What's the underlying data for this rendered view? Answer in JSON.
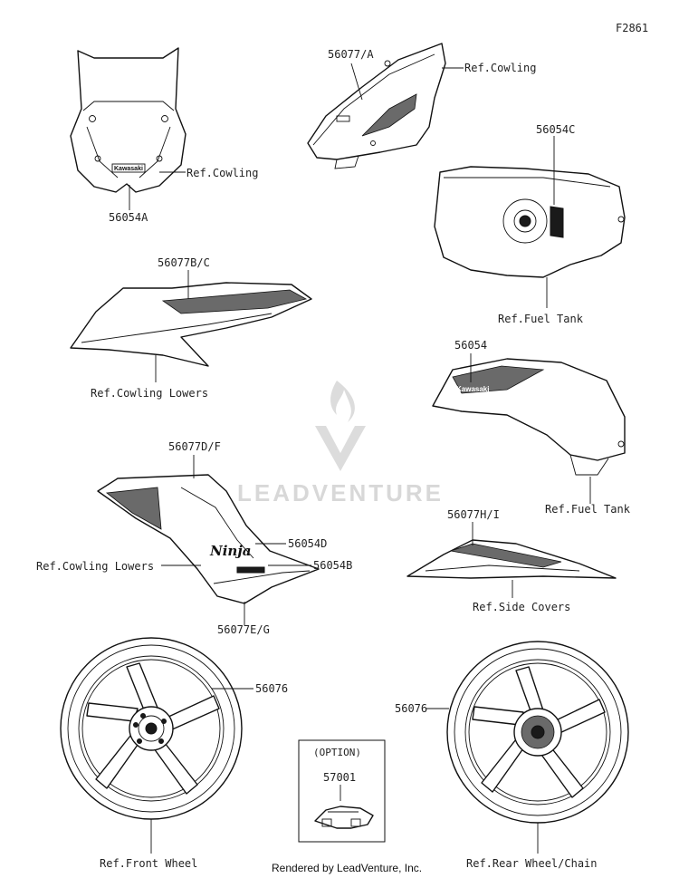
{
  "diagram": {
    "code": "F2861",
    "watermark": "LEADVENTURE",
    "footer": "Rendered by LeadVenture, Inc.",
    "option_box": {
      "title": "(OPTION)",
      "part": "57001"
    },
    "labels": {
      "p56054A": "56054A",
      "ref_cowling_1": "Ref.Cowling",
      "p56077A": "56077/A",
      "ref_cowling_2": "Ref.Cowling",
      "p56054C": "56054C",
      "ref_fuel_tank_1": "Ref.Fuel Tank",
      "p56077BC": "56077B/C",
      "ref_cowling_lowers_1": "Ref.Cowling Lowers",
      "p56054": "56054",
      "ref_fuel_tank_2": "Ref.Fuel Tank",
      "p56077DF": "56077D/F",
      "p56054D": "56054D",
      "ref_cowling_lowers_2": "Ref.Cowling Lowers",
      "p56054B": "56054B",
      "p56077EG": "56077E/G",
      "p56077HI": "56077H/I",
      "ref_side_covers": "Ref.Side Covers",
      "p56076_front": "56076",
      "p56076_rear": "56076",
      "ref_front_wheel": "Ref.Front Wheel",
      "ref_rear_wheel": "Ref.Rear Wheel/Chain"
    },
    "decal_text": {
      "kawasaki_1": "Kawasaki",
      "kawasaki_2": "Kawasaki",
      "ninja": "Ninja"
    }
  }
}
